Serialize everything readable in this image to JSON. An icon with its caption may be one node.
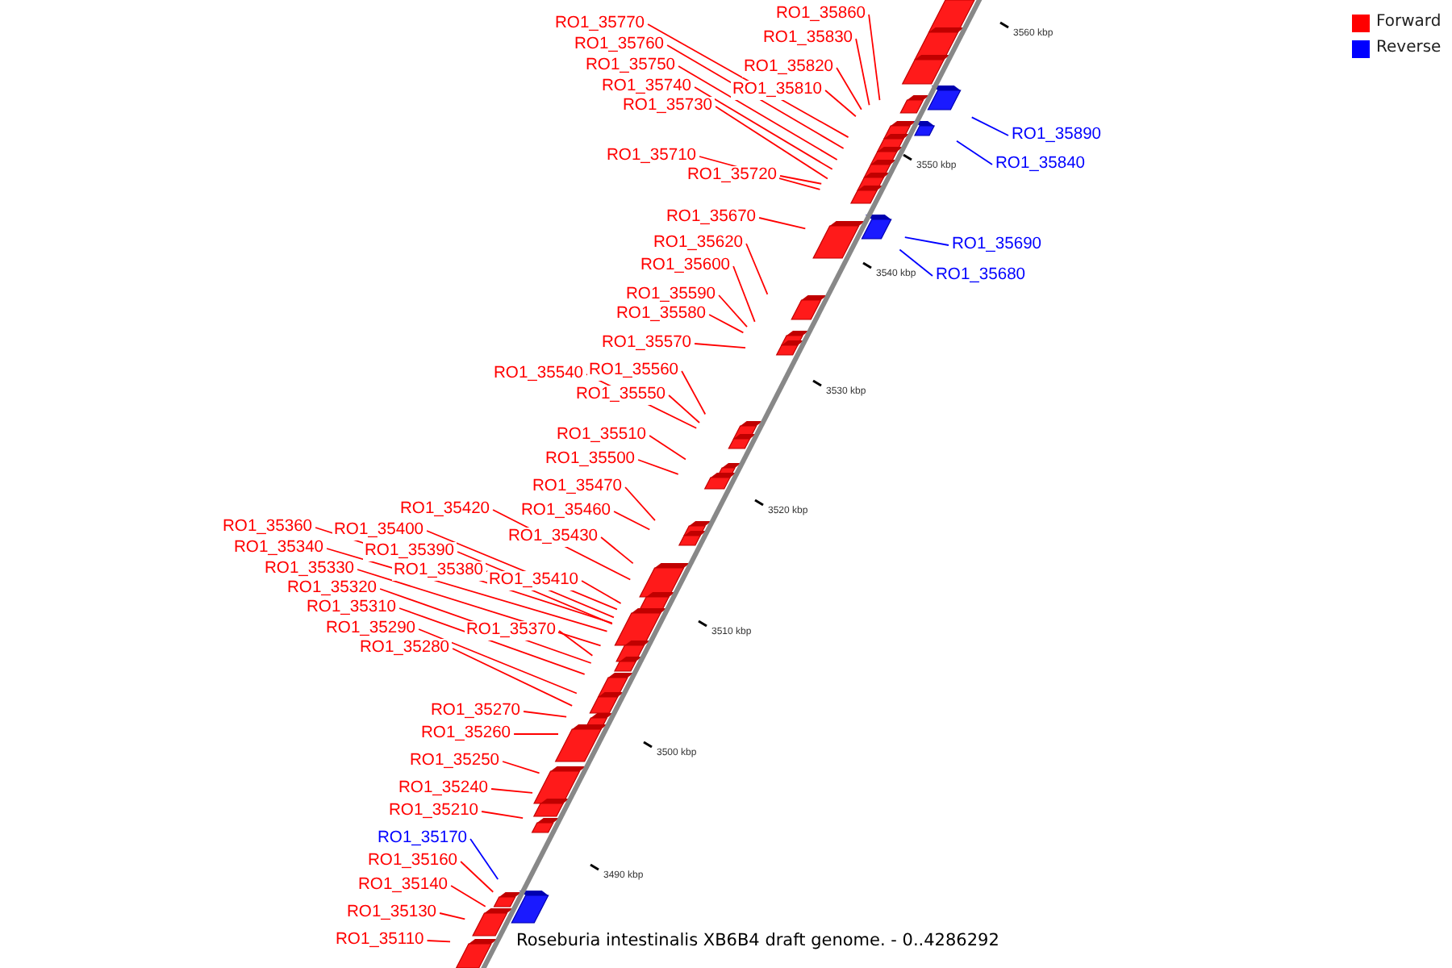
{
  "diagram": {
    "caption": "Roseburia intestinalis XB6B4 draft genome. - 0..4286292",
    "nodes": [
      {
        "text": [
          "RO1_35860"
        ]
      },
      {
        "text": [
          "RO1_35830"
        ]
      },
      {
        "text": [
          "RO1_35770"
        ]
      },
      {
        "text": [
          "RO1_35760"
        ]
      },
      {
        "text": [
          "RO1_35820"
        ]
      },
      {
        "text": [
          "RO1_35750"
        ]
      },
      {
        "text": [
          "RO1_35810"
        ]
      },
      {
        "text": [
          "RO1_35740"
        ]
      },
      {
        "text": [
          "RO1_35730"
        ]
      },
      {
        "text": [
          "RO1_35710"
        ]
      },
      {
        "text": [
          "RO1_35720"
        ]
      },
      {
        "text": [
          "RO1_35890"
        ]
      },
      {
        "text": [
          "RO1_35840"
        ]
      },
      {
        "text": [
          "RO1_35670"
        ]
      },
      {
        "text": [
          "RO1_35690"
        ]
      },
      {
        "text": [
          "RO1_35680"
        ]
      },
      {
        "text": [
          "RO1_35620"
        ]
      },
      {
        "text": [
          "RO1_35600"
        ]
      },
      {
        "text": [
          "RO1_35590"
        ]
      },
      {
        "text": [
          "RO1_35580"
        ]
      },
      {
        "text": [
          "RO1_35570"
        ]
      },
      {
        "text": [
          "RO1_35540"
        ]
      },
      {
        "text": [
          "RO1_35560"
        ]
      },
      {
        "text": [
          "RO1_35550"
        ]
      },
      {
        "text": [
          "RO1_35510"
        ]
      },
      {
        "text": [
          "RO1_35500"
        ]
      },
      {
        "text": [
          "RO1_35470"
        ]
      },
      {
        "text": [
          "RO1_35460"
        ]
      },
      {
        "text": [
          "RO1_35420"
        ]
      },
      {
        "text": [
          "RO1_35430"
        ]
      },
      {
        "text": [
          "RO1_35360"
        ]
      },
      {
        "text": [
          "RO1_35400"
        ]
      },
      {
        "text": [
          "RO1_35340"
        ]
      },
      {
        "text": [
          "RO1_35390"
        ]
      },
      {
        "text": [
          "RO1_35330"
        ]
      },
      {
        "text": [
          "RO1_35380"
        ]
      },
      {
        "text": [
          "RO1_35410"
        ]
      },
      {
        "text": [
          "RO1_35320"
        ]
      },
      {
        "text": [
          "RO1_35310"
        ]
      },
      {
        "text": [
          "RO1_35370"
        ]
      },
      {
        "text": [
          "RO1_35290"
        ]
      },
      {
        "text": [
          "RO1_35280"
        ]
      },
      {
        "text": [
          "RO1_35270"
        ]
      },
      {
        "text": [
          "RO1_35260"
        ]
      },
      {
        "text": [
          "RO1_35250"
        ]
      },
      {
        "text": [
          "RO1_35240"
        ]
      },
      {
        "text": [
          "RO1_35210"
        ]
      },
      {
        "text": [
          "RO1_35170"
        ]
      },
      {
        "text": [
          "RO1_35160"
        ]
      },
      {
        "text": [
          "RO1_35140"
        ]
      },
      {
        "text": [
          "RO1_35130"
        ]
      },
      {
        "text": [
          "RO1_35110"
        ]
      }
    ],
    "edges": [
      {
        "from": 0,
        "to": null,
        "arrow": "none"
      },
      {
        "from": 1,
        "to": null,
        "arrow": "none"
      },
      {
        "from": 2,
        "to": null,
        "arrow": "none"
      },
      {
        "from": 3,
        "to": null,
        "arrow": "none"
      },
      {
        "from": 4,
        "to": null,
        "arrow": "none"
      },
      {
        "from": 5,
        "to": null,
        "arrow": "none"
      },
      {
        "from": 6,
        "to": null,
        "arrow": "none"
      },
      {
        "from": 7,
        "to": null,
        "arrow": "none"
      },
      {
        "from": 8,
        "to": null,
        "arrow": "none"
      },
      {
        "from": 9,
        "to": null,
        "arrow": "none"
      },
      {
        "from": 10,
        "to": null,
        "arrow": "none"
      },
      {
        "from": 11,
        "to": null,
        "arrow": "none",
        "color": "#0000ff"
      },
      {
        "from": 12,
        "to": null,
        "arrow": "none",
        "color": "#0000ff"
      },
      {
        "from": 13,
        "to": null,
        "arrow": "none"
      },
      {
        "from": 14,
        "to": null,
        "arrow": "none",
        "color": "#0000ff"
      },
      {
        "from": 15,
        "to": null,
        "arrow": "none",
        "color": "#0000ff"
      },
      {
        "from": 16,
        "to": null,
        "arrow": "none"
      },
      {
        "from": 17,
        "to": null,
        "arrow": "none"
      },
      {
        "from": 18,
        "to": null,
        "arrow": "none"
      },
      {
        "from": 19,
        "to": null,
        "arrow": "none"
      },
      {
        "from": 20,
        "to": null,
        "arrow": "none"
      },
      {
        "from": 21,
        "to": null,
        "arrow": "none"
      },
      {
        "from": 22,
        "to": null,
        "arrow": "none"
      },
      {
        "from": 23,
        "to": null,
        "arrow": "none"
      },
      {
        "from": 24,
        "to": null,
        "arrow": "none"
      },
      {
        "from": 25,
        "to": null,
        "arrow": "none"
      },
      {
        "from": 26,
        "to": null,
        "arrow": "none"
      },
      {
        "from": 27,
        "to": null,
        "arrow": "none"
      },
      {
        "from": 28,
        "to": null,
        "arrow": "none"
      },
      {
        "from": 29,
        "to": null,
        "arrow": "none"
      },
      {
        "from": 30,
        "to": null,
        "arrow": "none"
      },
      {
        "from": 31,
        "to": null,
        "arrow": "none"
      },
      {
        "from": 32,
        "to": null,
        "arrow": "none"
      },
      {
        "from": 33,
        "to": null,
        "arrow": "none"
      },
      {
        "from": 34,
        "to": null,
        "arrow": "none"
      },
      {
        "from": 35,
        "to": null,
        "arrow": "none"
      },
      {
        "from": 36,
        "to": null,
        "arrow": "none"
      },
      {
        "from": 37,
        "to": null,
        "arrow": "none"
      },
      {
        "from": 38,
        "to": null,
        "arrow": "none"
      },
      {
        "from": 39,
        "to": null,
        "arrow": "none"
      },
      {
        "from": 40,
        "to": null,
        "arrow": "none"
      },
      {
        "from": 41,
        "to": null,
        "arrow": "none"
      },
      {
        "from": 42,
        "to": null,
        "arrow": "none"
      },
      {
        "from": 43,
        "to": null,
        "arrow": "none"
      },
      {
        "from": 44,
        "to": null,
        "arrow": "none"
      },
      {
        "from": 45,
        "to": null,
        "arrow": "none"
      },
      {
        "from": 46,
        "to": null,
        "arrow": "none"
      },
      {
        "from": 47,
        "to": null,
        "arrow": "none",
        "color": "#0000ff"
      },
      {
        "from": 48,
        "to": null,
        "arrow": "none"
      },
      {
        "from": 49,
        "to": null,
        "arrow": "none"
      },
      {
        "from": 50,
        "to": null,
        "arrow": "none"
      },
      {
        "from": 51,
        "to": null,
        "arrow": "none"
      }
    ],
    "labels": [
      "3560 kbp",
      "3550 kbp",
      "3540 kbp",
      "3530 kbp",
      "3520 kbp",
      "3510 kbp",
      "3500 kbp",
      "3490 kbp"
    ],
    "legend": [
      {
        "text": "Forward",
        "color": "#ff0000"
      },
      {
        "text": "Reverse",
        "color": "#0000ff"
      }
    ]
  }
}
